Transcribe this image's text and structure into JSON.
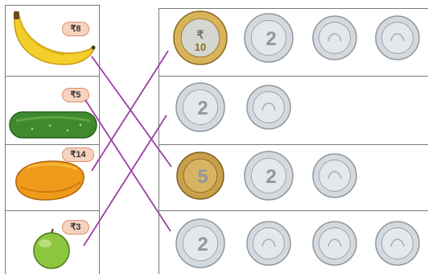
{
  "fruits": [
    {
      "name": "banana",
      "price": "₹8"
    },
    {
      "name": "cucumber",
      "price": "₹5"
    },
    {
      "name": "papaya",
      "price": "₹14"
    },
    {
      "name": "guava",
      "price": "₹3"
    }
  ],
  "coin_rows": [
    {
      "coins": [
        "10",
        "2",
        "1",
        "1"
      ]
    },
    {
      "coins": [
        "2",
        "1"
      ]
    },
    {
      "coins": [
        "5",
        "2",
        "1"
      ]
    },
    {
      "coins": [
        "2",
        "1",
        "1",
        "1"
      ]
    }
  ],
  "coin_markings": {
    "rupee_symbol": "₹"
  },
  "matches": [
    {
      "fruit": 0,
      "coin_row": 2
    },
    {
      "fruit": 1,
      "coin_row": 3
    },
    {
      "fruit": 2,
      "coin_row": 0
    },
    {
      "fruit": 3,
      "coin_row": 1
    }
  ],
  "colors": {
    "line": "#9b3fa5",
    "price_bg": "#f6d3bf",
    "price_border": "#d98f6e"
  }
}
